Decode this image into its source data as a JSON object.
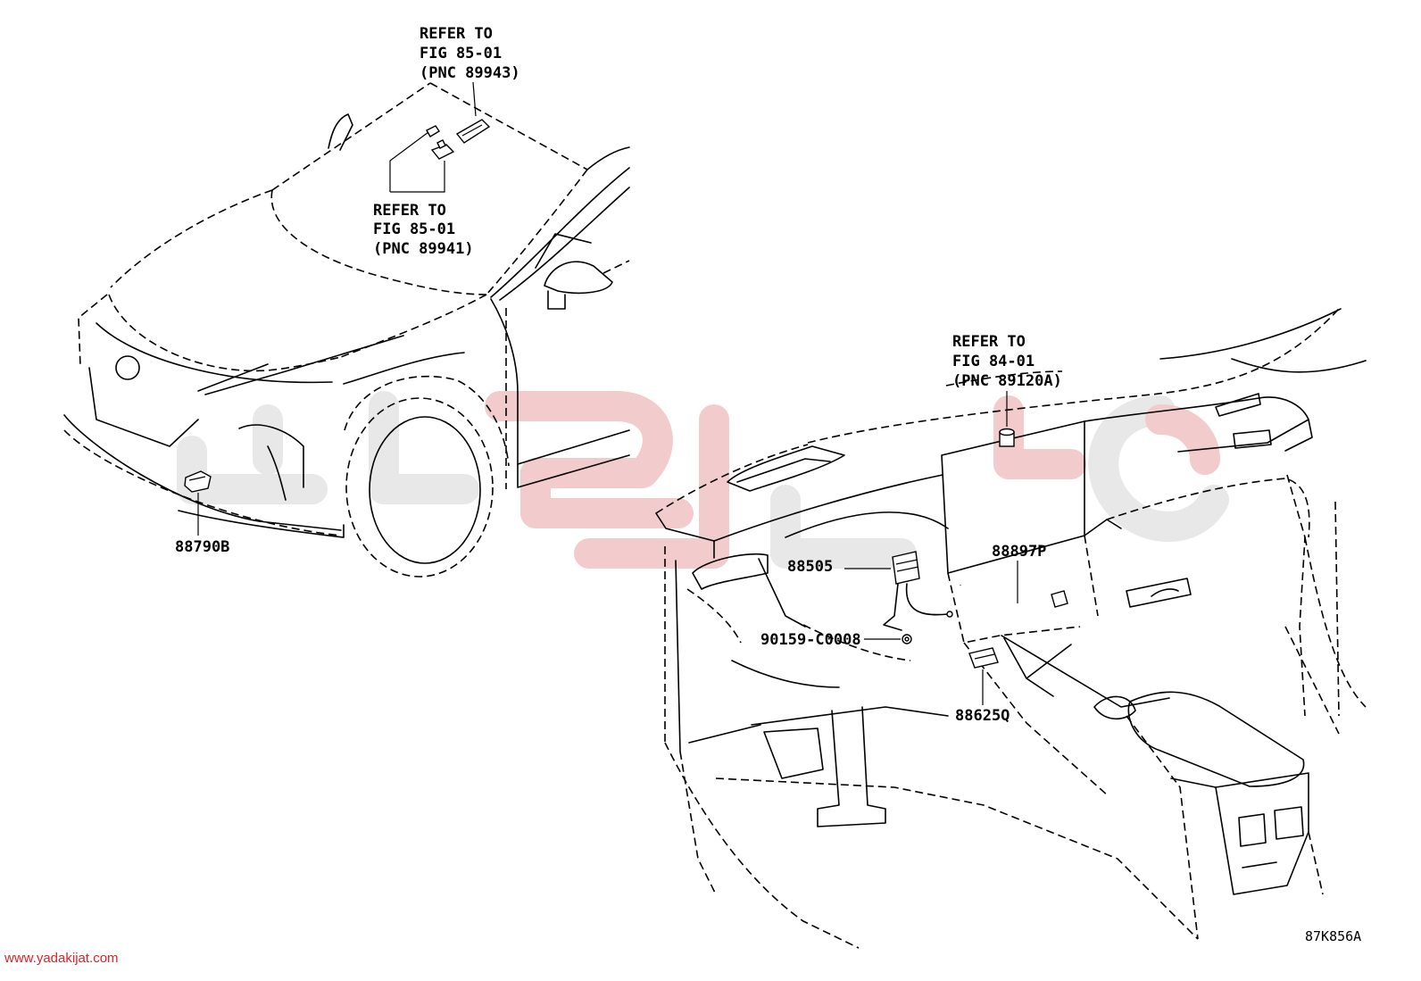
{
  "callouts": {
    "refer_89943": {
      "line1": "REFER TO",
      "line2": "FIG 85-01",
      "line3": "(PNC 89943)"
    },
    "refer_89941": {
      "line1": "REFER TO",
      "line2": "FIG 85-01",
      "line3": "(PNC 89941)"
    },
    "refer_89120A": {
      "line1": "REFER TO",
      "line2": "FIG 84-01",
      "line3": "(PNC 89120A)"
    }
  },
  "parts": {
    "p88790B": "88790B",
    "p88505": "88505",
    "p88897P": "88897P",
    "p90159": "90159-C0008",
    "p88625Q": "88625Q"
  },
  "figure_code": "87K856A",
  "watermark_url": "www.yadakijat.com",
  "colors": {
    "line": "#000000",
    "watermark_pink": "#f0c2c4",
    "watermark_gray": "#e4e4e4",
    "url_red": "#d6252b"
  }
}
